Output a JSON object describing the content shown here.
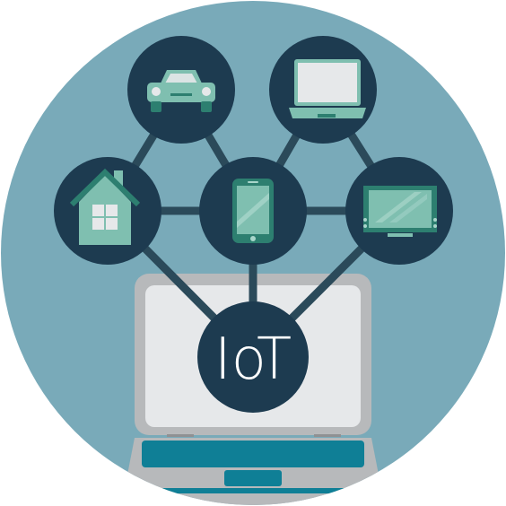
{
  "hub": {
    "label": "IoT"
  },
  "devices": [
    {
      "name": "car",
      "icon": "car-icon"
    },
    {
      "name": "laptop",
      "icon": "laptop-icon"
    },
    {
      "name": "smart-home",
      "icon": "house-icon"
    },
    {
      "name": "smartphone",
      "icon": "smartphone-icon"
    },
    {
      "name": "television",
      "icon": "tv-icon"
    }
  ],
  "colors": {
    "background_circle": "#79aab9",
    "node_dark": "#1d3b50",
    "link_line": "#2b4a5a",
    "icon_fill": "#7fbfb0",
    "icon_dark": "#2d7f70",
    "screen_light": "#e6e8ea",
    "laptop_frame": "#b7b9bb",
    "keyboard_teal": "#0f7f96"
  }
}
